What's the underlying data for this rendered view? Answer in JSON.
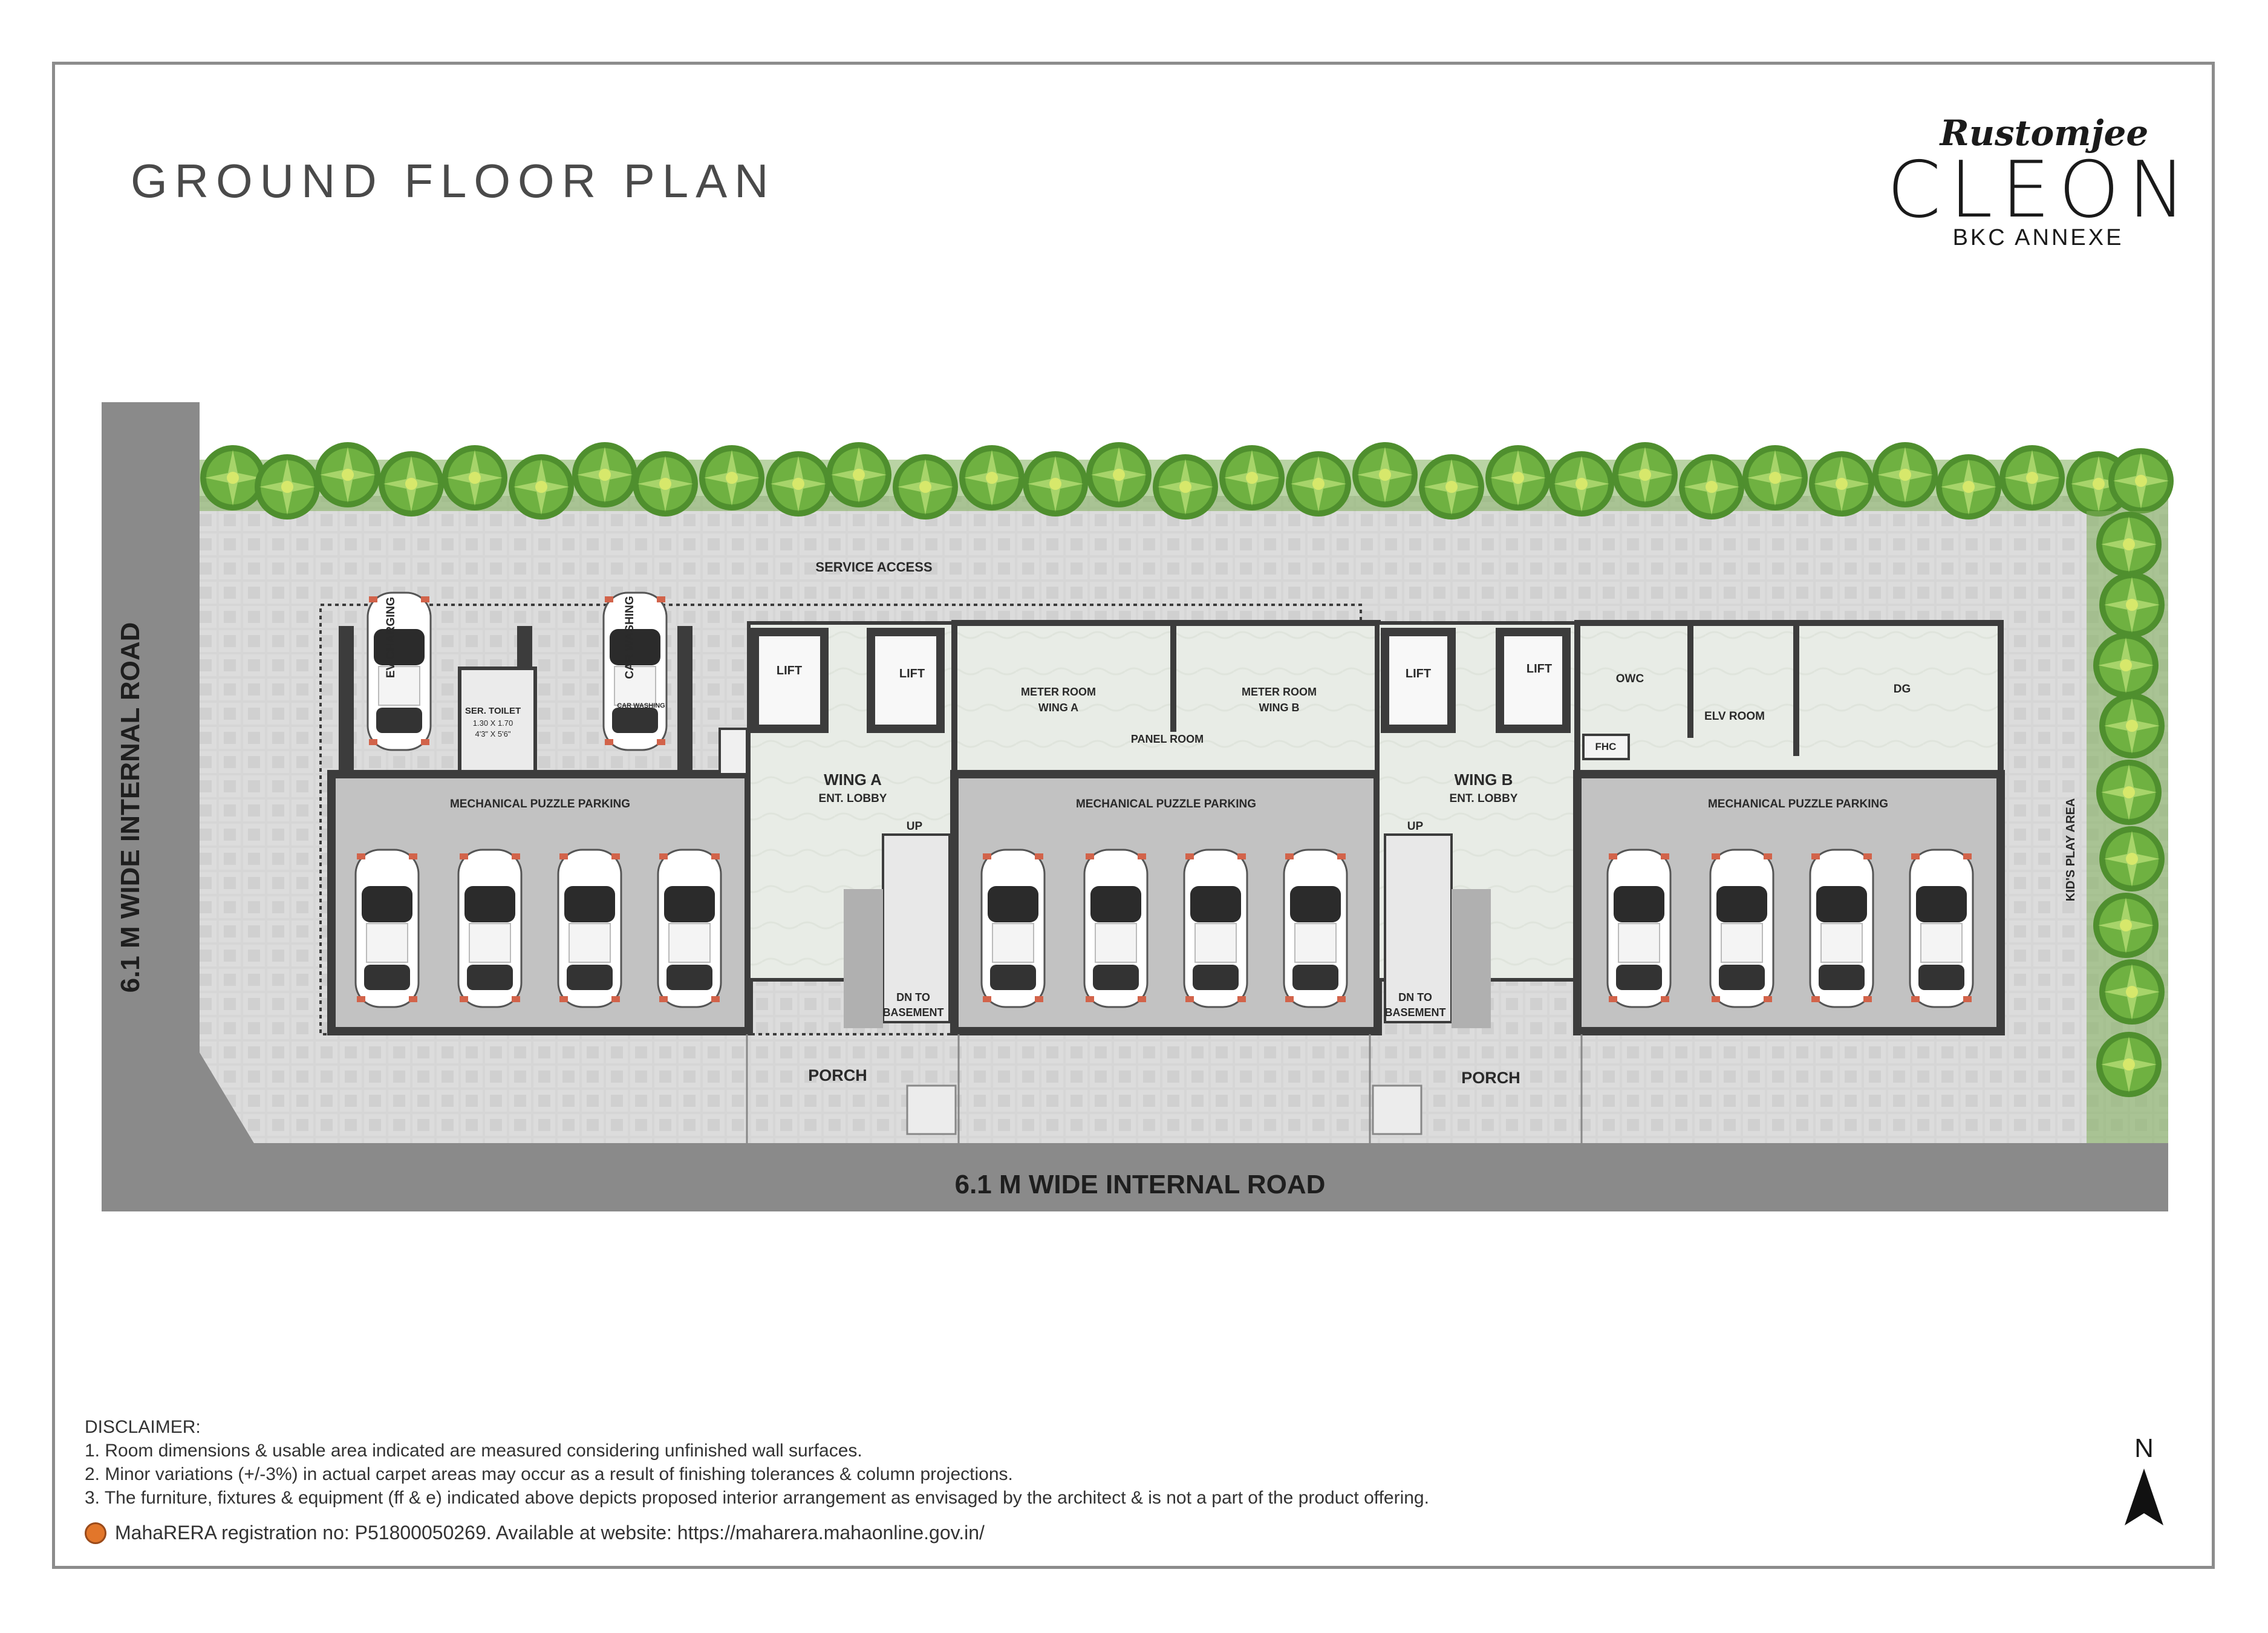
{
  "title": "GROUND FLOOR PLAN",
  "brand": {
    "top": "Rustomjee",
    "main": "CLEON",
    "sub": "BKC ANNEXE"
  },
  "roads": {
    "left": "6.1 M WIDE INTERNAL ROAD",
    "bottom": "6.1 M WIDE INTERNAL ROAD"
  },
  "labels": {
    "service_access": "SERVICE ACCESS",
    "ev_charging": "EV CHARGING",
    "car_washing": "CAR WASHING",
    "car_washing_small": "CAR WASHING",
    "toilet_1": "SER. TOILET",
    "toilet_2": "1.30 X 1.70",
    "toilet_3": "4'3\" X 5'6\"",
    "lift": "LIFT",
    "wing_a": "WING A",
    "wing_b": "WING B",
    "ent_lobby": "ENT. LOBBY",
    "meter_a_1": "METER ROOM",
    "meter_a_2": "WING A",
    "meter_b_1": "METER ROOM",
    "meter_b_2": "WING B",
    "panel_room": "PANEL ROOM",
    "owc": "OWC",
    "elv_room": "ELV ROOM",
    "dg": "DG",
    "fhc": "FHC",
    "mech_parking": "MECHANICAL PUZZLE PARKING",
    "up": "UP",
    "dn_1": "DN TO",
    "dn_2": "BASEMENT",
    "porch": "PORCH",
    "kids_play": "KID'S PLAY AREA"
  },
  "disclaimer": {
    "heading": "DISCLAIMER:",
    "items": [
      "1. Room dimensions & usable area indicated are measured considering unfinished wall surfaces.",
      "2. Minor variations (+/-3%) in actual carpet areas may occur as a result of finishing tolerances & column projections.",
      "3. The furniture, fixtures & equipment (ff & e) indicated above depicts proposed interior arrangement as envisaged by the architect & is not a part of the product offering."
    ]
  },
  "rera": "MahaRERA registration no: P51800050269. Available at website: https://maharera.mahaonline.gov.in/",
  "north": "N",
  "colors": {
    "road": "#8a8a8a",
    "paving": "#d4d4d4",
    "wall": "#3c3c3c",
    "parking_floor": "#c2c2c2",
    "greenery": "#5e9e3a"
  }
}
